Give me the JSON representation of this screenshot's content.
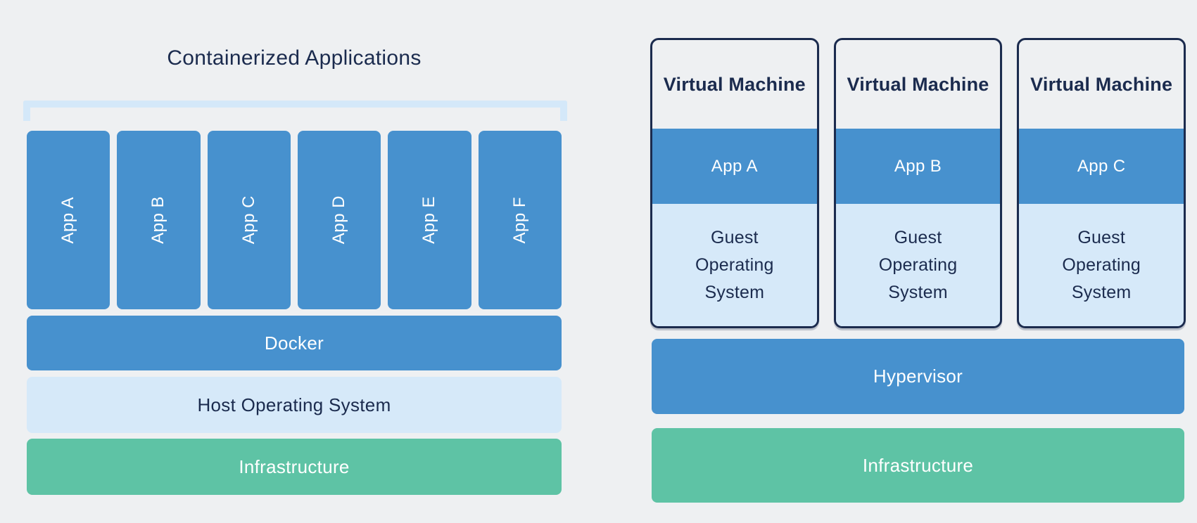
{
  "colors": {
    "background": "#EEF0F2",
    "blue": "#4791CE",
    "light_blue": "#D6E9F9",
    "green": "#5EC3A5",
    "navy": "#1B2B4E",
    "bracket": "#D4E8F9",
    "white_text": "#FFFFFF"
  },
  "left_panel": {
    "title": "Containerized Applications",
    "apps": [
      "App A",
      "App B",
      "App C",
      "App D",
      "App E",
      "App F"
    ],
    "docker_label": "Docker",
    "host_os_label": "Host Operating System",
    "infrastructure_label": "Infrastructure"
  },
  "right_panel": {
    "vms": [
      {
        "title": "Virtual Machine",
        "app": "App A",
        "guest_os": "Guest Operating System"
      },
      {
        "title": "Virtual Machine",
        "app": "App B",
        "guest_os": "Guest Operating System"
      },
      {
        "title": "Virtual Machine",
        "app": "App C",
        "guest_os": "Guest Operating System"
      }
    ],
    "hypervisor_label": "Hypervisor",
    "infrastructure_label": "Infrastructure"
  }
}
